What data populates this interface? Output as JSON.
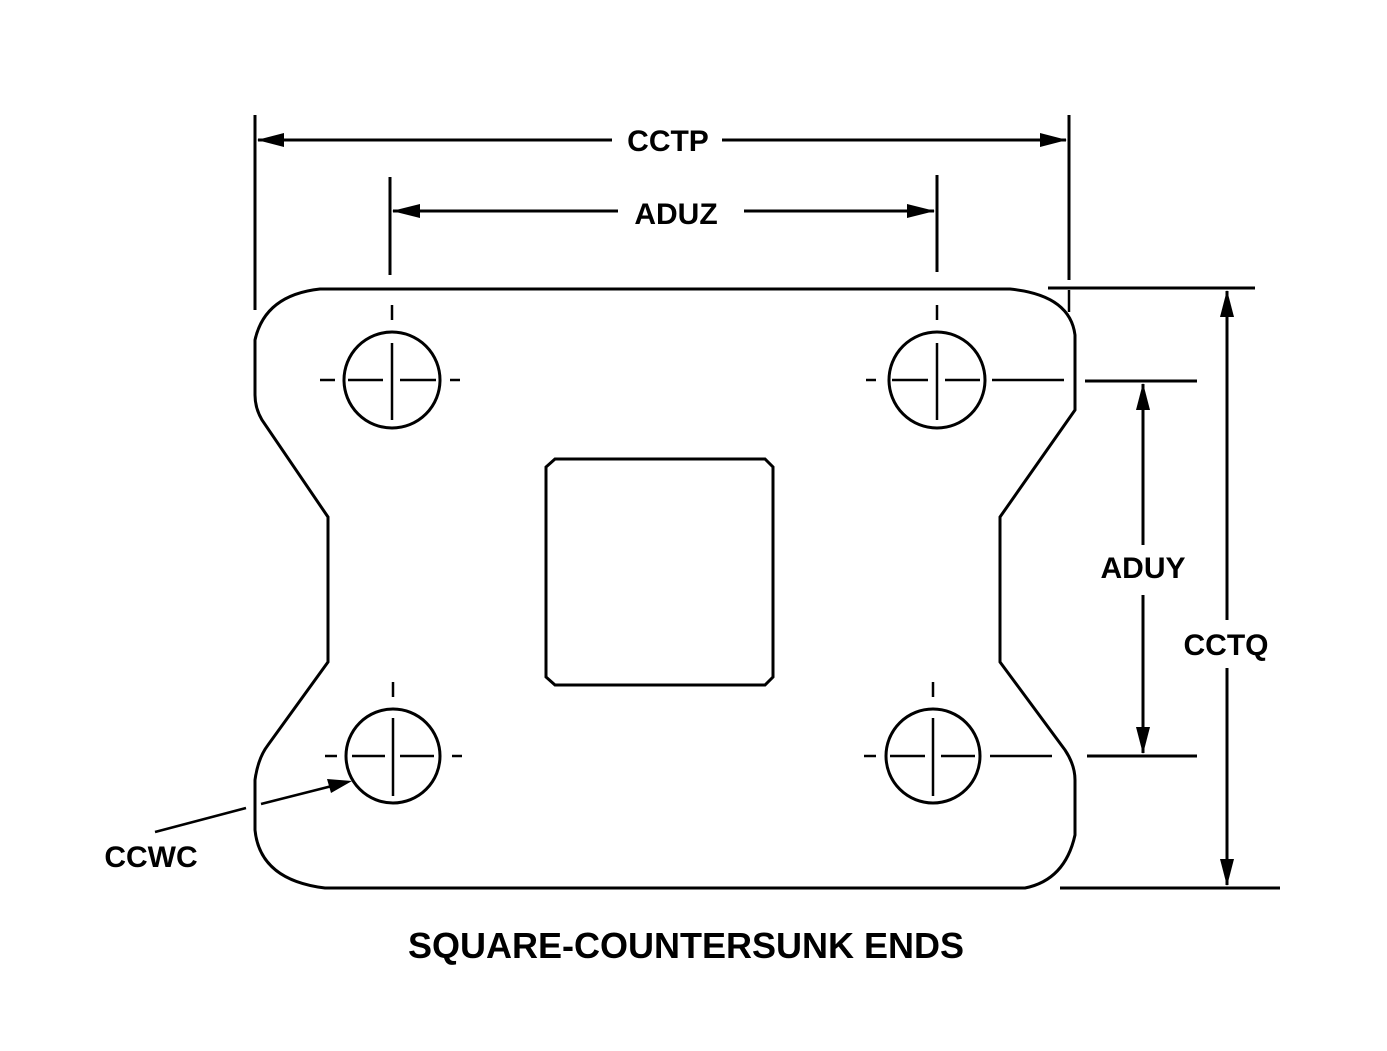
{
  "diagram": {
    "title": "SQUARE-COUNTERSUNK ENDS",
    "dimensions": {
      "overall_width": "CCTP",
      "hole_spacing_horizontal": "ADUZ",
      "hole_spacing_vertical": "ADUY",
      "overall_height": "CCTQ",
      "hole_callout": "CCWC"
    },
    "colors": {
      "line": "#000000",
      "background": "#ffffff"
    }
  }
}
